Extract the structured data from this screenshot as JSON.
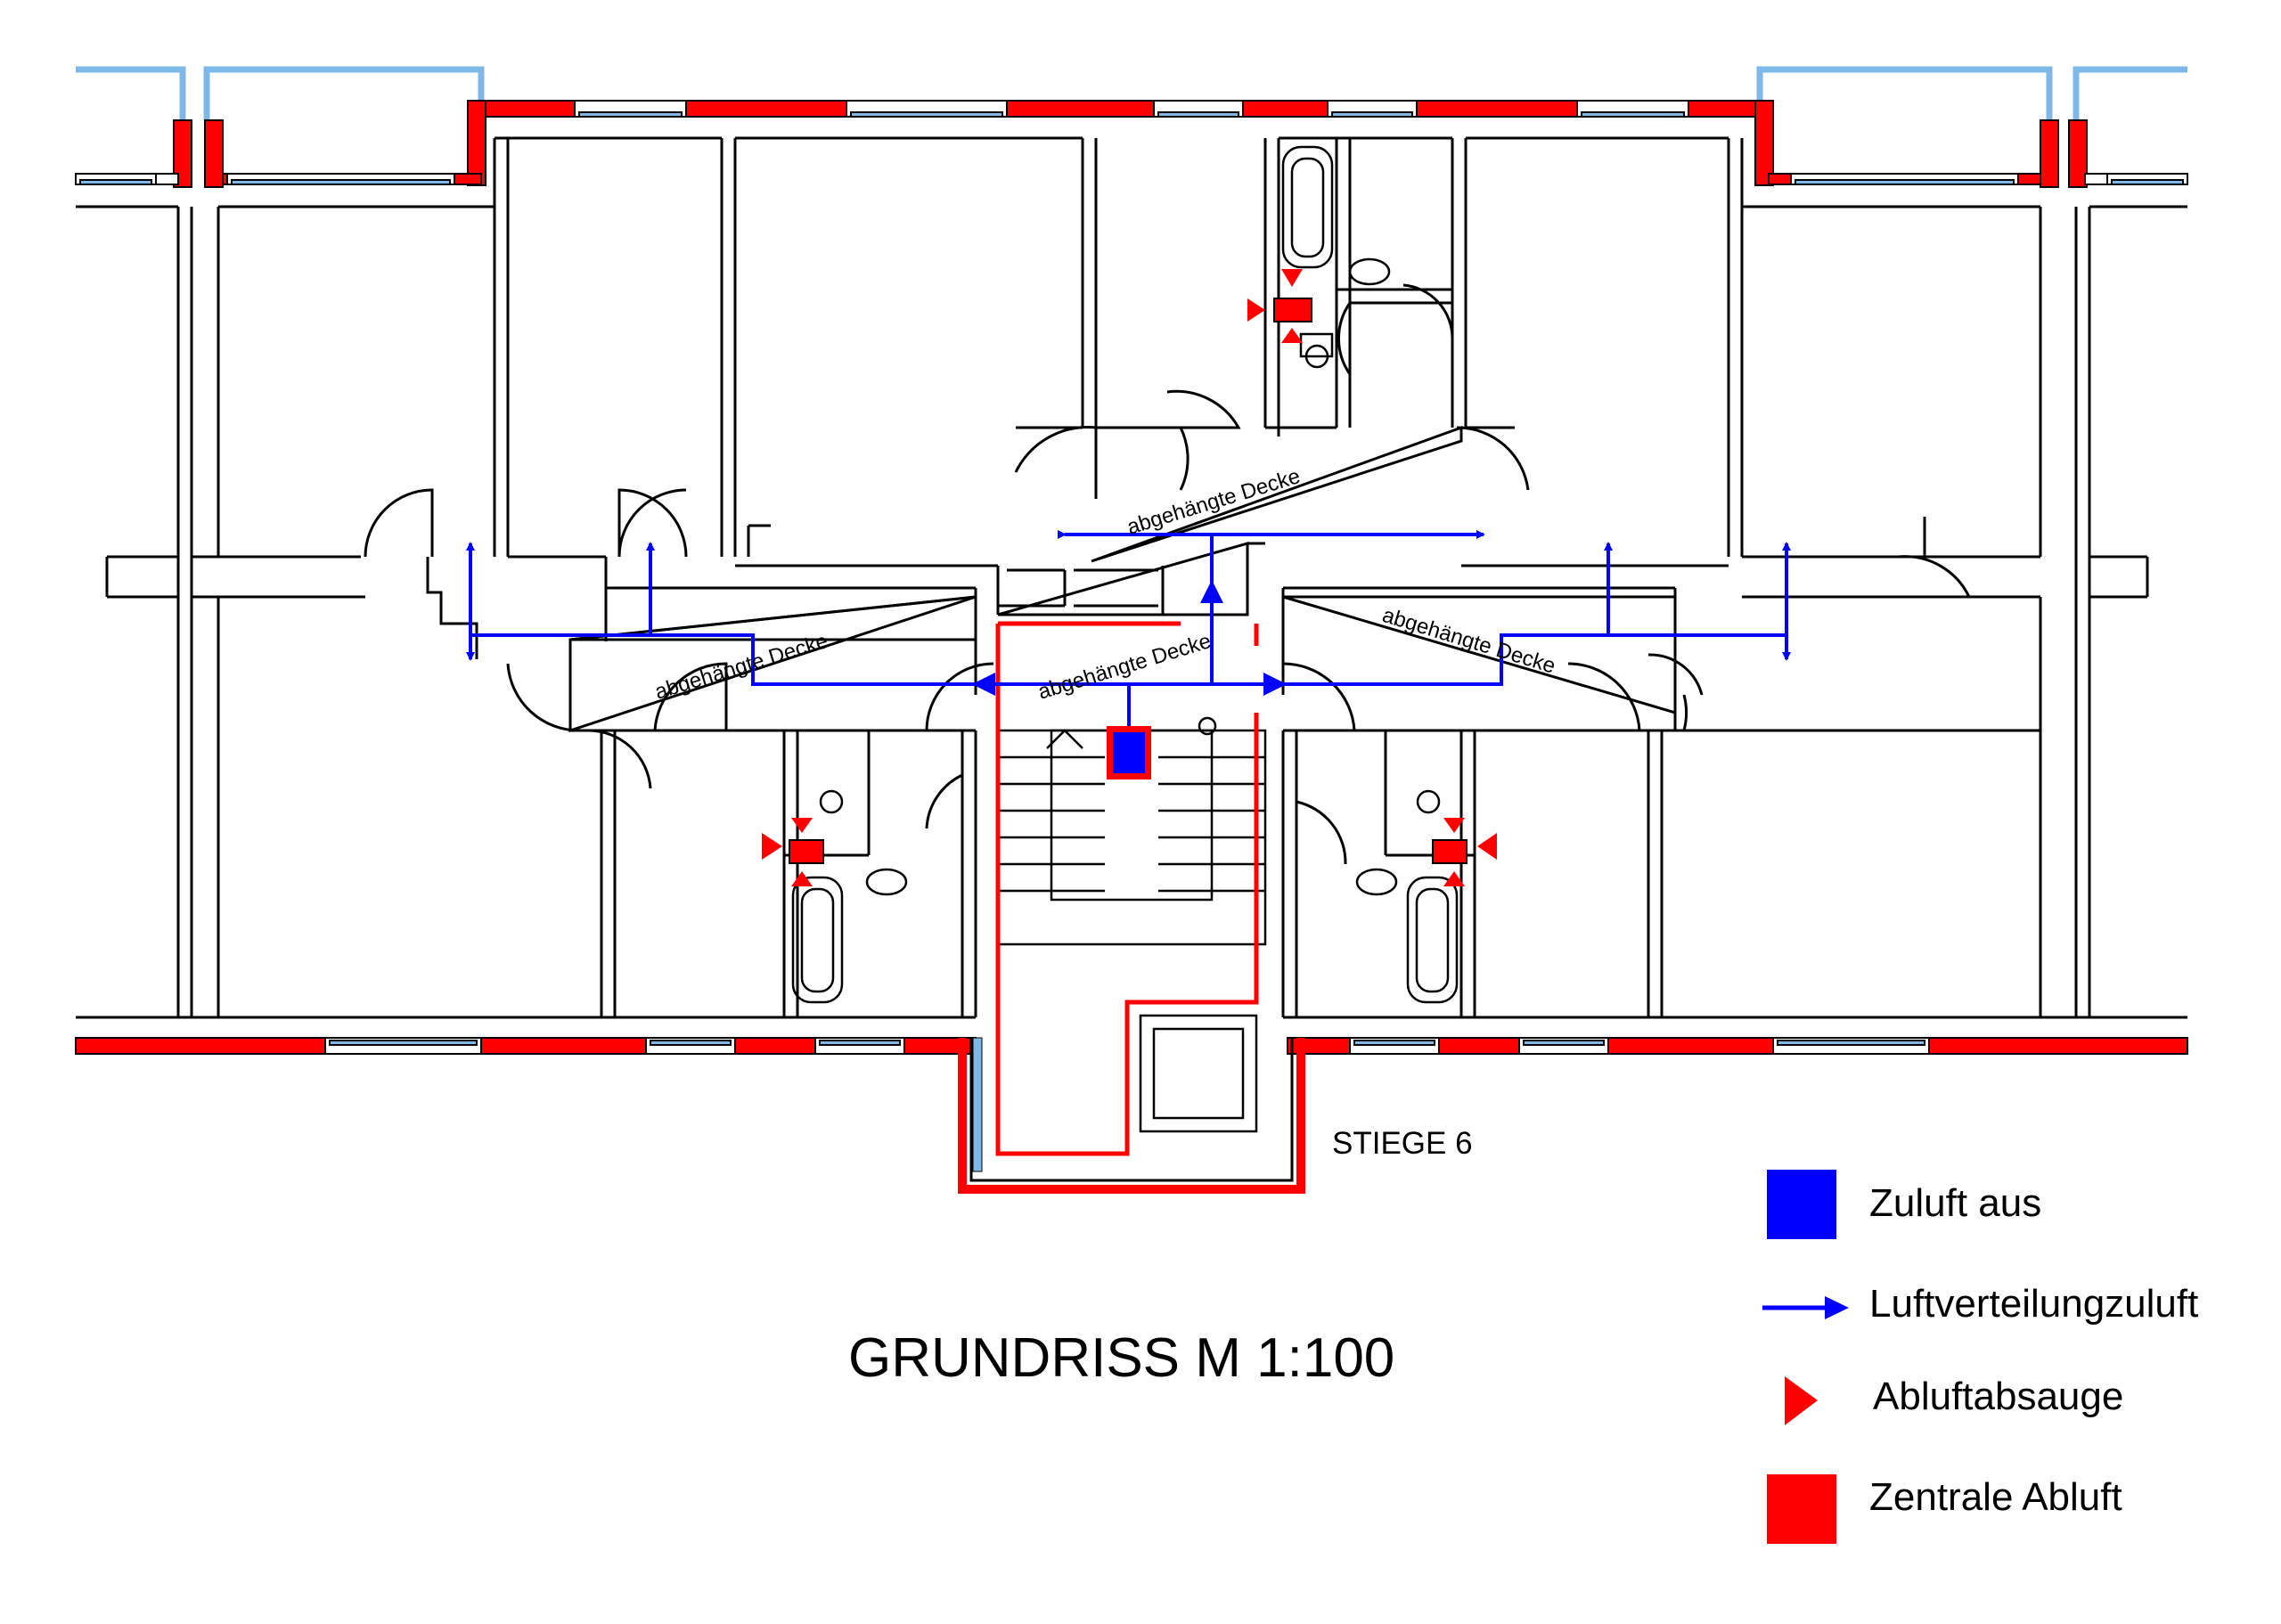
{
  "labels": {
    "ceiling": "abgehängte Decke",
    "staircase": "STIEGE 6",
    "title": "GRUNDRISS M 1:100"
  },
  "legend": [
    {
      "key": "supply",
      "label": "Zuluft aus",
      "color": "#0000ff",
      "icon": "blue-square"
    },
    {
      "key": "distribution",
      "label": "Luftverteilungzuluft",
      "color": "#0000ff",
      "icon": "blue-arrow"
    },
    {
      "key": "extraction",
      "label": "Abluftabsauge",
      "color": "#ff0000",
      "icon": "red-triangle"
    },
    {
      "key": "central",
      "label": "Zentrale Abluft",
      "color": "#ff0000",
      "icon": "red-square"
    }
  ],
  "colors": {
    "wall": "#000000",
    "exterior_wall": "#ff0000",
    "window": "#7fb8e8",
    "supply_duct": "#0000ff",
    "exhaust": "#ff0000"
  }
}
